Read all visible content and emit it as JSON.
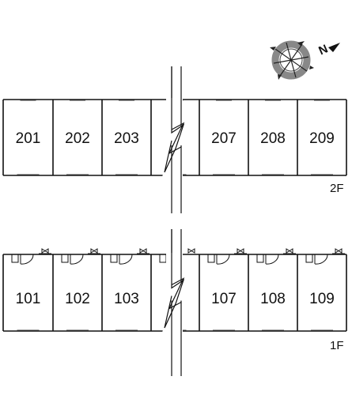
{
  "compass": {
    "icon": "compass-north-icon",
    "label": "N"
  },
  "floors": [
    {
      "label": "2F",
      "units": [
        "201",
        "202",
        "203",
        "207",
        "208",
        "209"
      ]
    },
    {
      "label": "1F",
      "units": [
        "101",
        "102",
        "103",
        "107",
        "108",
        "109"
      ]
    }
  ]
}
